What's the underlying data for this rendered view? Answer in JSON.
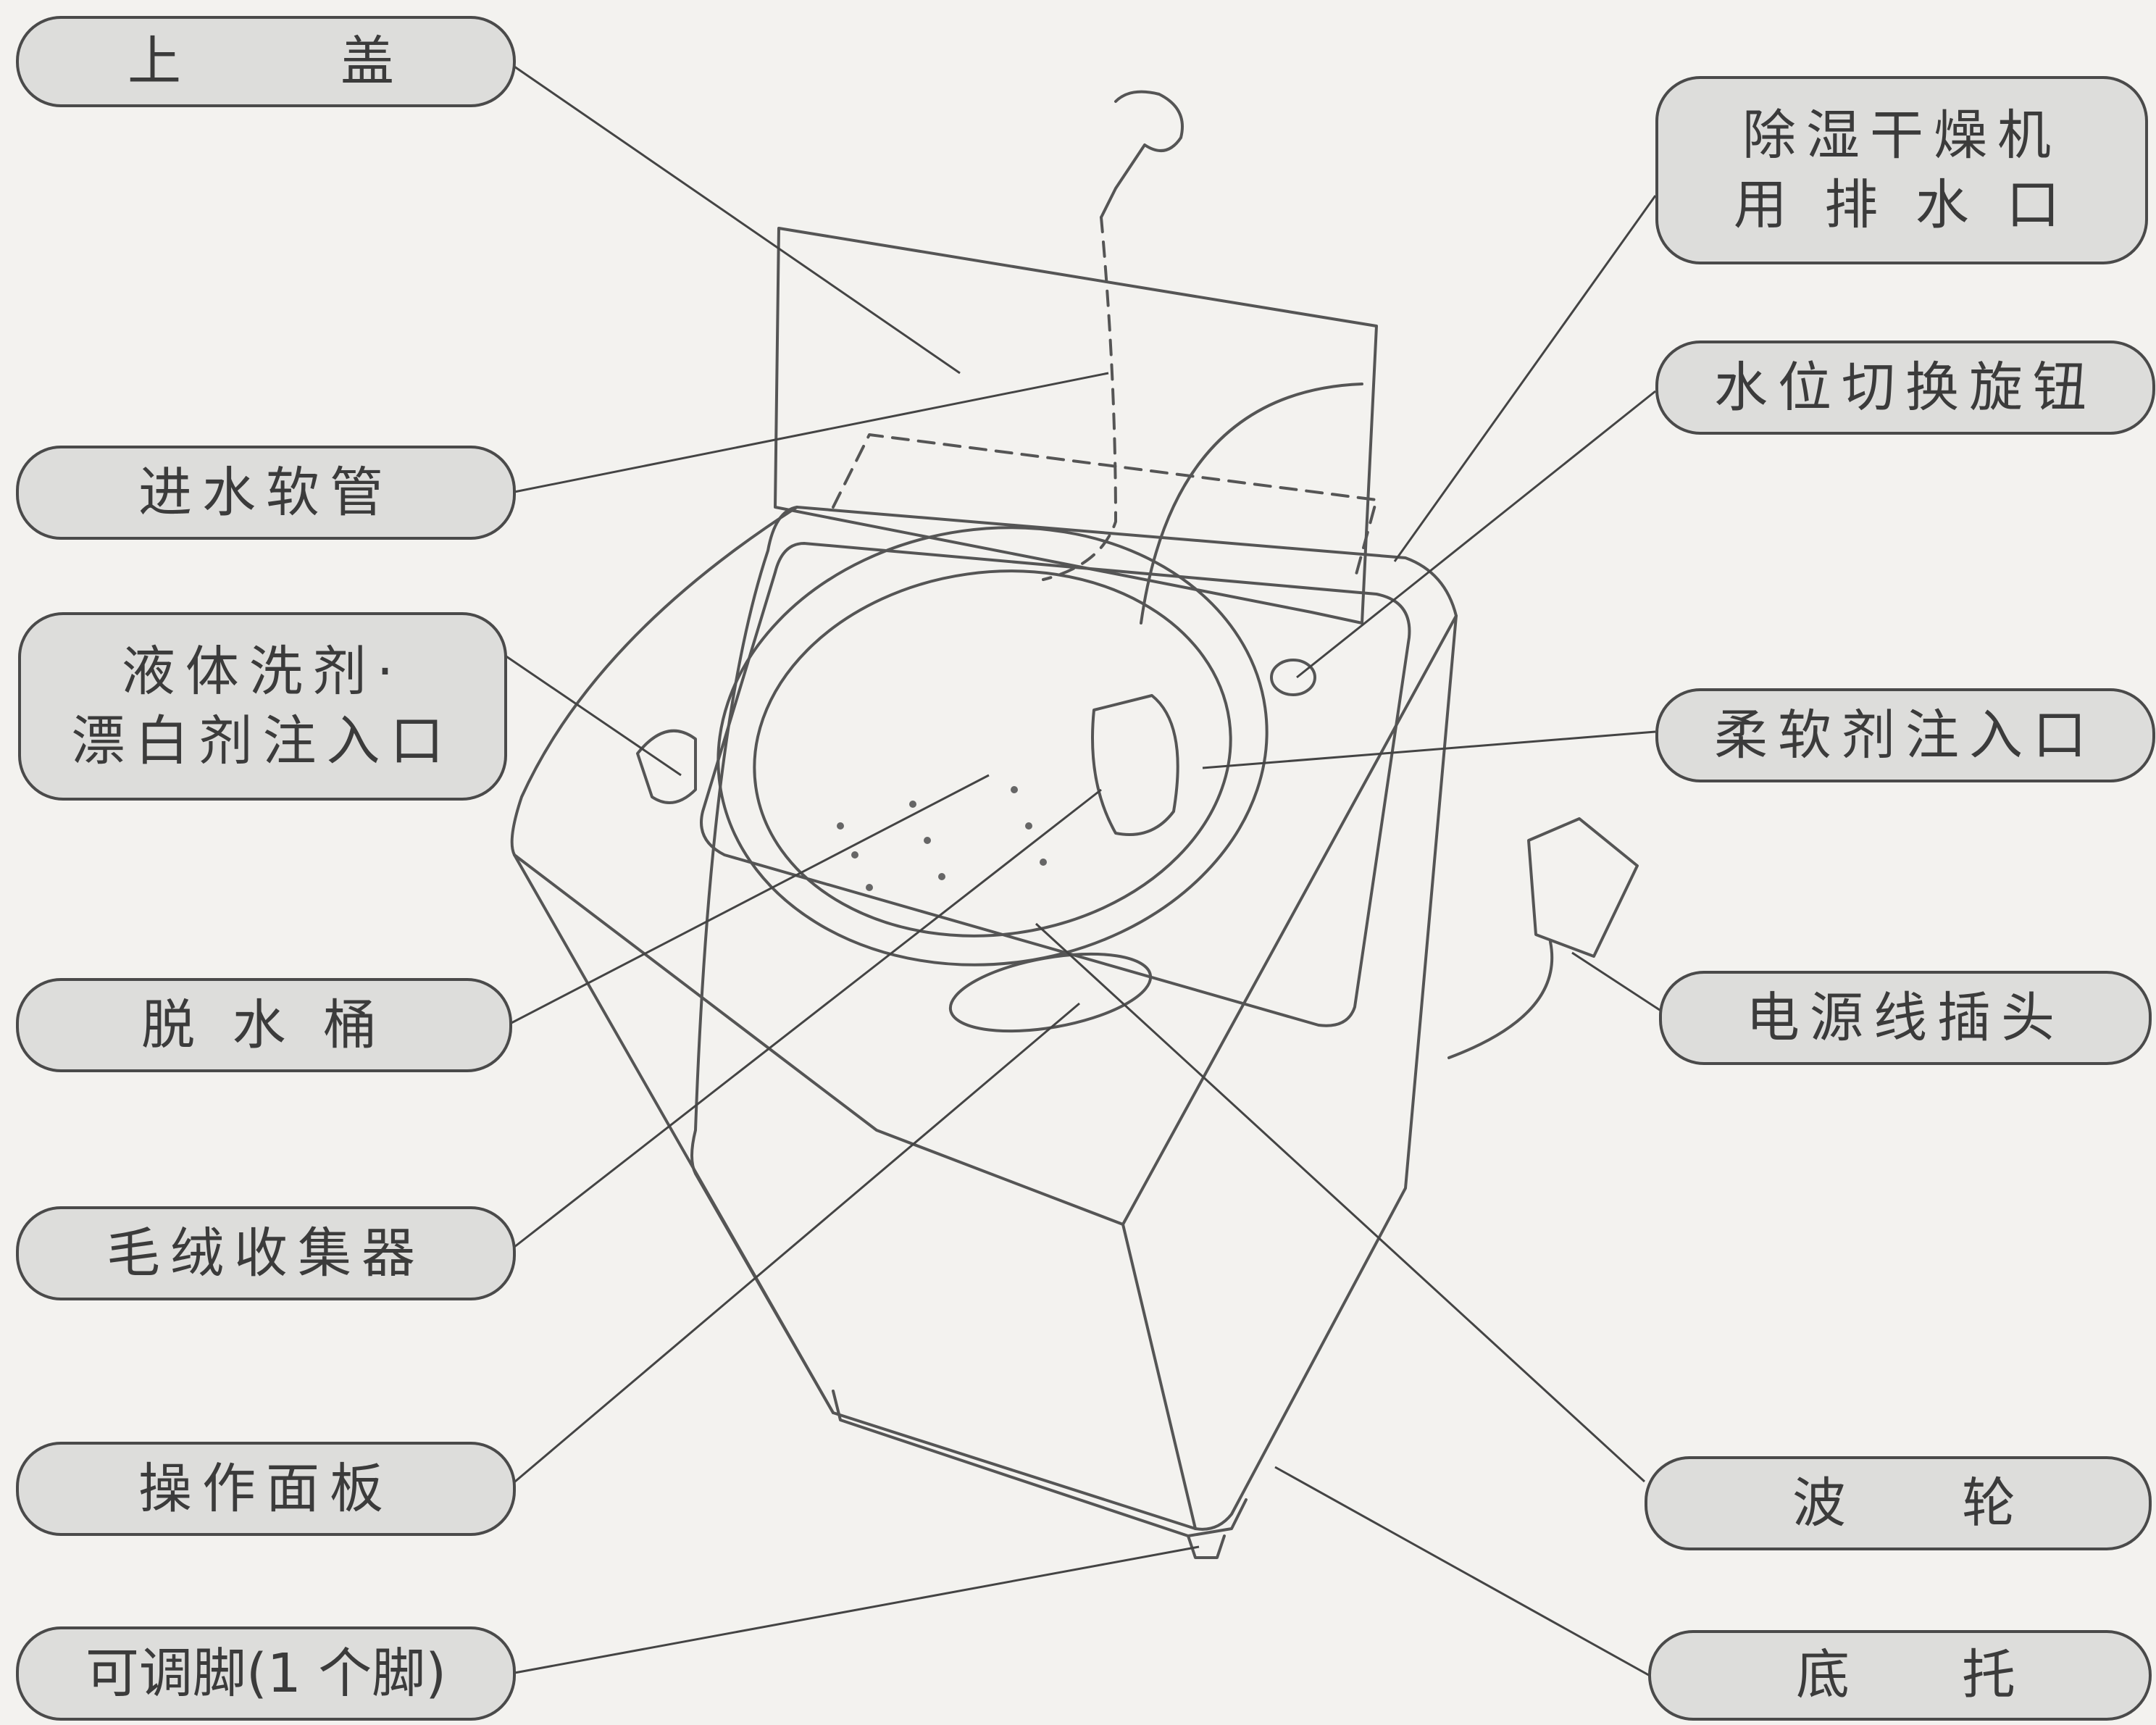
{
  "labels": {
    "lid": {
      "text": "上 盖",
      "left": "上",
      "right": "盖"
    },
    "inlet_hose": "进水软管",
    "liquid_detergent": {
      "line1": "液体洗剂·",
      "line2": "漂白剂注入口"
    },
    "spin_tub": "脱 水 桶",
    "lint_collector": "毛绒收集器",
    "control_panel": "操作面板",
    "adjustable_foot": "可调脚(1 个脚)",
    "dehumidifier_drain": {
      "line1": "除湿干燥机",
      "line2": "用 排 水 口"
    },
    "water_level_knob": "水位切换旋钮",
    "softener_inlet": "柔软剂注入口",
    "power_plug": "电源线插头",
    "pulsator": {
      "text": "波 轮",
      "left": "波",
      "right": "轮"
    },
    "base": {
      "text": "底 托",
      "left": "底",
      "right": "托"
    }
  },
  "colors": {
    "line": "#4a4a4a",
    "label_fill": "#dddddb",
    "background": "#f3f2ef"
  }
}
